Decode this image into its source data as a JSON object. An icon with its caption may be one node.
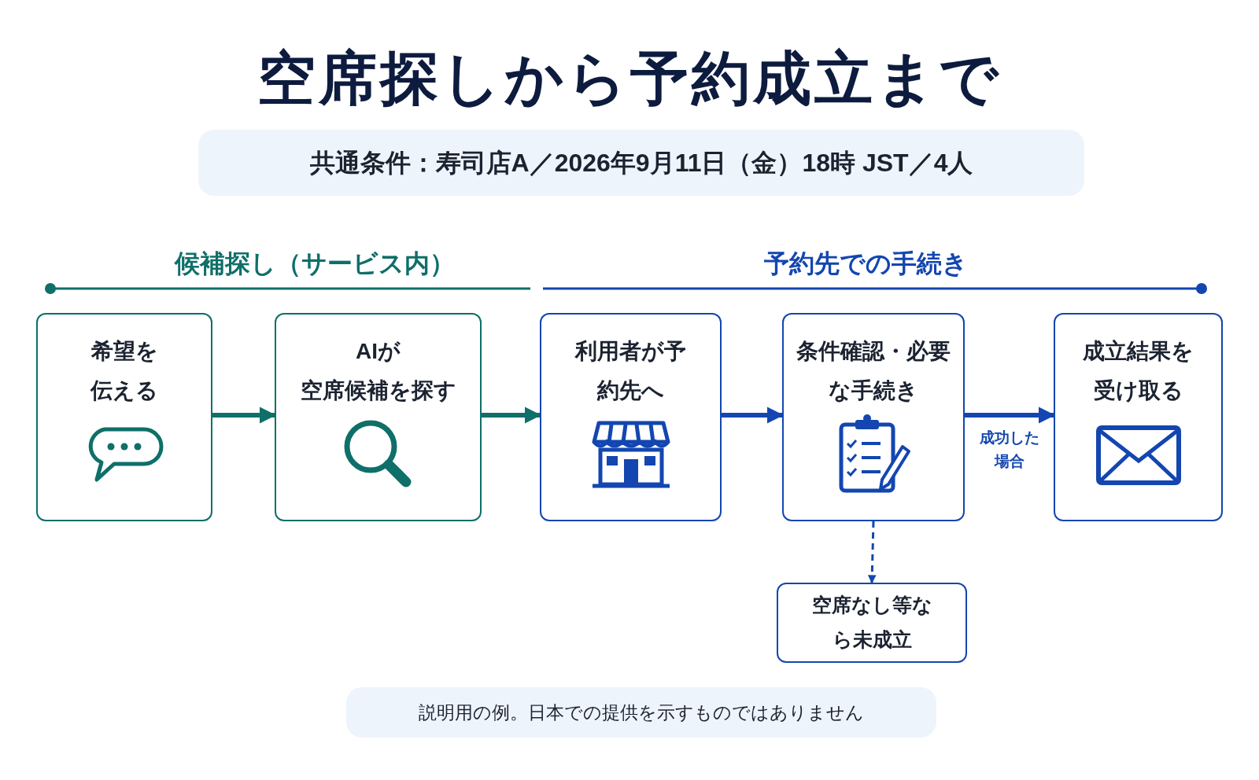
{
  "diagram": {
    "title": "空席探しから予約成立まで",
    "nodes": [
      {
        "text": [
          "希望を伝える"
        ]
      },
      {
        "text": [
          "AIが空席候補を探す"
        ]
      },
      {
        "text": [
          "利用者が予約先へ"
        ]
      },
      {
        "text": [
          "条件確認・必要な手続き"
        ]
      },
      {
        "text": [
          "成立結果を受け取る"
        ]
      },
      {
        "text": [
          "空席なし等なら未成立"
        ]
      }
    ],
    "edges": [
      {
        "from": 0,
        "to": 1,
        "arrow": "to",
        "color": "#0f6f69"
      },
      {
        "from": 1,
        "to": 2,
        "arrow": "to",
        "color": "#0f6f69"
      },
      {
        "from": 2,
        "to": 3,
        "arrow": "to"
      },
      {
        "from": 3,
        "to": 4,
        "arrow": "to",
        "label": "成功した場合"
      },
      {
        "from": 3,
        "to": 5,
        "arrow": "to",
        "style": "dashed"
      }
    ],
    "labels": [
      "共通条件：寿司店A／2026年9月11日（金）18時 JST／4人",
      "候補探し（サービス内）",
      "予約先での手続き",
      "説明用の例。日本での提供を示すものではありません"
    ]
  }
}
